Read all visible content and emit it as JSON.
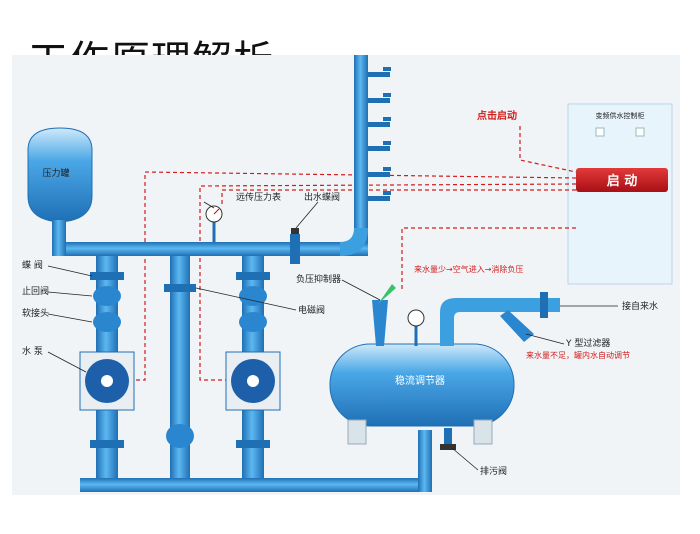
{
  "title": "工作原理解析",
  "labels": {
    "pressure_tank": "压力罐",
    "butterfly_valve": "蝶 阀",
    "check_valve": "止回阀",
    "soft_joint": "软接头",
    "pump": "水 泵",
    "pressure_gauge": "远传压力表",
    "outlet_valve": "出水蝶阀",
    "solenoid_valve": "电磁阀",
    "neg_pressure": "负压抑制器",
    "stabilizer": "稳流调节器",
    "drain_valve": "排污阀",
    "y_filter": "Y 型过滤器",
    "inlet": "接自来水",
    "note1": "来水量少→空气进入→消除负压",
    "note2": "来水量不足，罐内水自动调节",
    "click_start": "点击启动",
    "panel_title": "变频供水控制柜",
    "start_button": "启 动"
  },
  "colors": {
    "pipe": "#3b9fe0",
    "pipe_edge": "#1f6fb5",
    "water": "#7cc6f2",
    "control_line": "#d21c1c",
    "panel": "#e8f4fc",
    "start_button": "#c8161d"
  }
}
